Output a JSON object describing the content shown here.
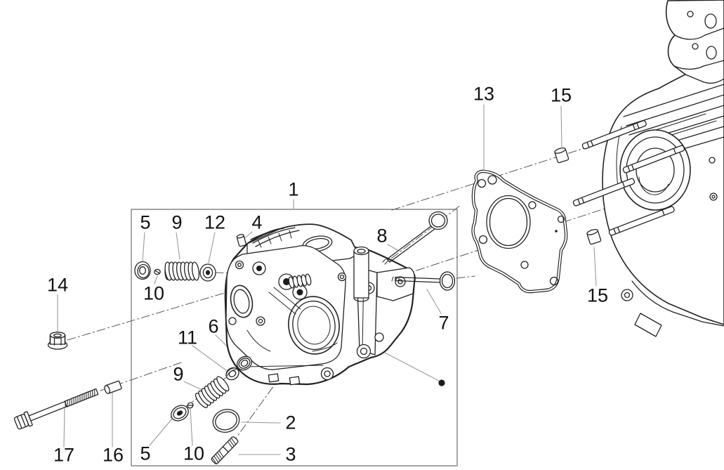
{
  "page": {
    "background": "#ffffff"
  },
  "diagram": {
    "kind": "exploded-parts-diagram",
    "subject": "cylinder-head-assembly",
    "colors": {
      "line": "#222222",
      "leader": "#9a9a9a",
      "frame": "#6e6e6e",
      "label": "#111111",
      "background": "#ffffff"
    },
    "callouts": [
      {
        "number": "1",
        "part": "cylinder-head-assembly"
      },
      {
        "number": "5",
        "part": "valve-spring-seat"
      },
      {
        "number": "9",
        "part": "valve-spring"
      },
      {
        "number": "12",
        "part": "valve-stem-seal"
      },
      {
        "number": "4",
        "part": "dowel-pin"
      },
      {
        "number": "10",
        "part": "valve-cotters"
      },
      {
        "number": "14",
        "part": "flange-nut"
      },
      {
        "number": "8",
        "part": "intake-valve"
      },
      {
        "number": "13",
        "part": "cylinder-head-gasket"
      },
      {
        "number": "15",
        "part": "dowel-bushing"
      },
      {
        "number": "15",
        "part": "dowel-bushing"
      },
      {
        "number": "7",
        "part": "exhaust-valve"
      },
      {
        "number": "6",
        "part": "washer"
      },
      {
        "number": "11",
        "part": "valve-stem-seal"
      },
      {
        "number": "9",
        "part": "valve-spring"
      },
      {
        "number": "2",
        "part": "o-ring"
      },
      {
        "number": "3",
        "part": "stud"
      },
      {
        "number": "5",
        "part": "valve-spring-seat"
      },
      {
        "number": "10",
        "part": "valve-cotters"
      },
      {
        "number": "16",
        "part": "spacer-bushing"
      },
      {
        "number": "17",
        "part": "flange-bolt"
      }
    ]
  }
}
